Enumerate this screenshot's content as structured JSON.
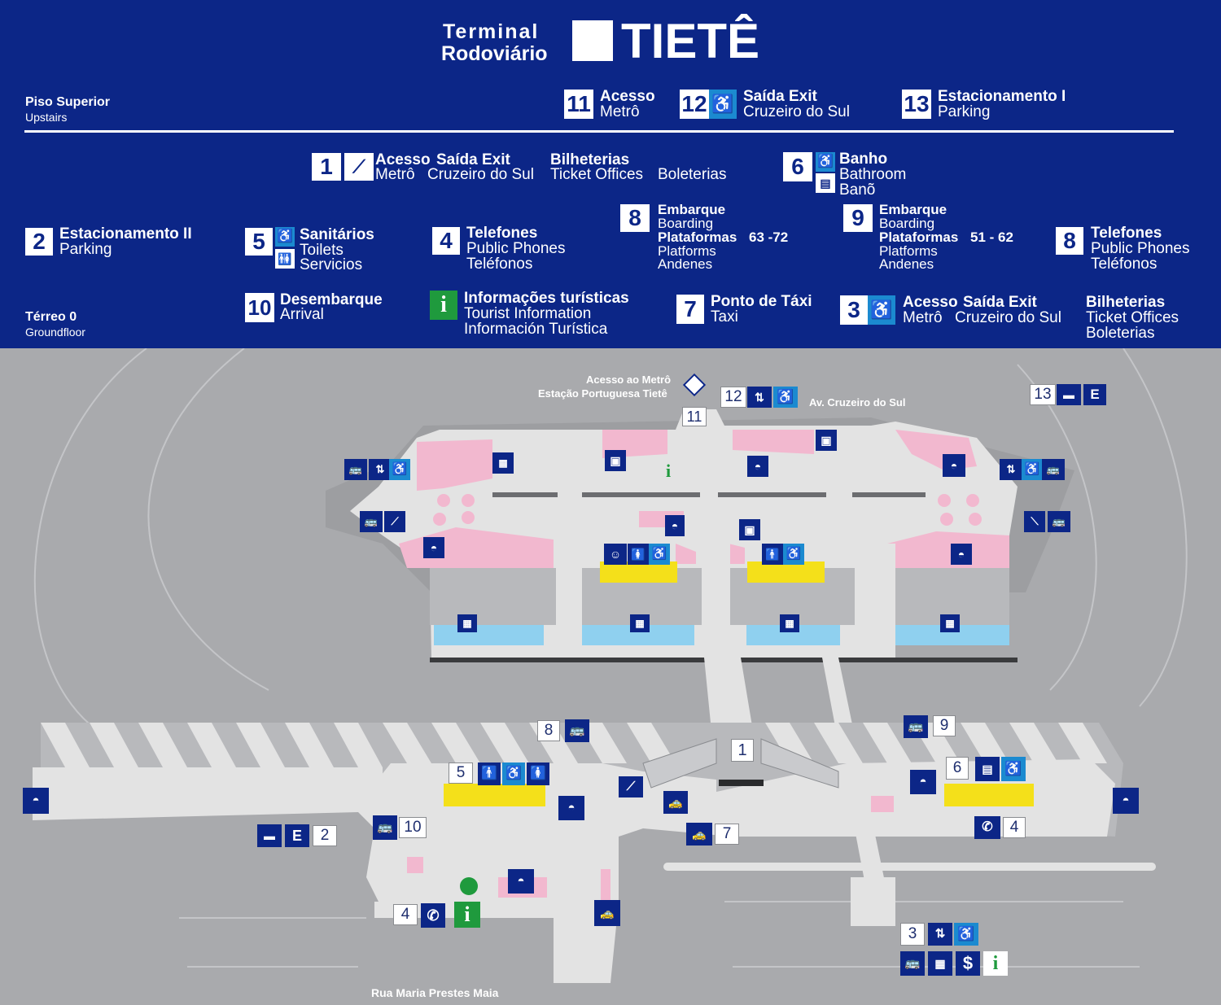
{
  "header": {
    "terminal": "Terminal",
    "rodoviario": "Rodoviário",
    "name": "TIETÊ"
  },
  "upstairs": {
    "floor_pt": "Piso Superior",
    "floor_en": "Upstairs",
    "items": [
      {
        "num": "11",
        "title": "Acesso",
        "sub": "Metrô"
      },
      {
        "num": "12",
        "title": "Saída Exit",
        "sub": "Cruzeiro do Sul"
      },
      {
        "num": "13",
        "title": "Estacionamento I",
        "sub": "Parking"
      }
    ]
  },
  "ground": {
    "floor_pt": "Térreo  0",
    "floor_en": "Groundfloor",
    "item1": {
      "num": "1",
      "t1": "Acesso",
      "s1": "Metrô",
      "t2": "Saída Exit",
      "s2": "Cruzeiro do Sul",
      "t3": "Bilheterias",
      "s3a": "Ticket Offices",
      "s3b": "Boleterias"
    },
    "item6": {
      "num": "6",
      "t": "Banho",
      "s1": "Bathroom",
      "s2": "Banõ"
    },
    "item8b": {
      "num": "8",
      "t": "Embarque",
      "s1": "Boarding",
      "t2": "Plataformas",
      "range": "63 -72",
      "s2": "Platforms",
      "s3": "Andenes"
    },
    "item9": {
      "num": "9",
      "t": "Embarque",
      "s1": "Boarding",
      "t2": "Plataformas",
      "range": "51 - 62",
      "s2": "Platforms",
      "s3": "Andenes"
    },
    "item2": {
      "num": "2",
      "t": "Estacionamento II",
      "s": "Parking"
    },
    "item5": {
      "num": "5",
      "t": "Sanitários",
      "s1": "Toilets",
      "s2": "Servicios"
    },
    "item4": {
      "num": "4",
      "t": "Telefones",
      "s1": "Public Phones",
      "s2": "Teléfonos"
    },
    "item8t": {
      "num": "8",
      "t": "Telefones",
      "s1": "Public Phones",
      "s2": "Teléfonos"
    },
    "item10": {
      "num": "10",
      "t": "Desembarque",
      "s": "Arrival"
    },
    "itemi": {
      "icon": "i",
      "t": "Informações turísticas",
      "s1": "Tourist Information",
      "s2": "Información Turística"
    },
    "item7": {
      "num": "7",
      "t": "Ponto de Táxi",
      "s": "Taxi"
    },
    "item3": {
      "num": "3",
      "t1": "Acesso",
      "s1": "Metrô",
      "t2": "Saída Exit",
      "s2": "Cruzeiro do Sul"
    },
    "bilh": {
      "t": "Bilheterias",
      "s1": "Ticket Offices",
      "s2": "Boleterias"
    }
  },
  "map": {
    "metro_access": "Acesso ao Metrô",
    "metro_station": "Estação Portuguesa Tietê",
    "avenue": "Av. Cruzeiro do Sul",
    "street": "Rua Maria Prestes Maia",
    "labels": {
      "n1": "1",
      "n2": "2",
      "n3": "3",
      "n4a": "4",
      "n4b": "4",
      "n5": "5",
      "n6": "6",
      "n7": "7",
      "n8": "8",
      "n9": "9",
      "n10": "10",
      "n11": "11",
      "n12": "12",
      "n13": "13"
    },
    "icons": {
      "e": "E",
      "dollar": "$",
      "info": "i"
    }
  },
  "colors": {
    "navy": "#0c2687",
    "light_blue": "#1b8ad0",
    "green": "#1f9a3d",
    "pink": "#f2b8cf",
    "yellow": "#f4e01a",
    "platform_blue": "#8fd0ef",
    "ground": "#a9aaad",
    "floor": "#e3e3e3"
  }
}
